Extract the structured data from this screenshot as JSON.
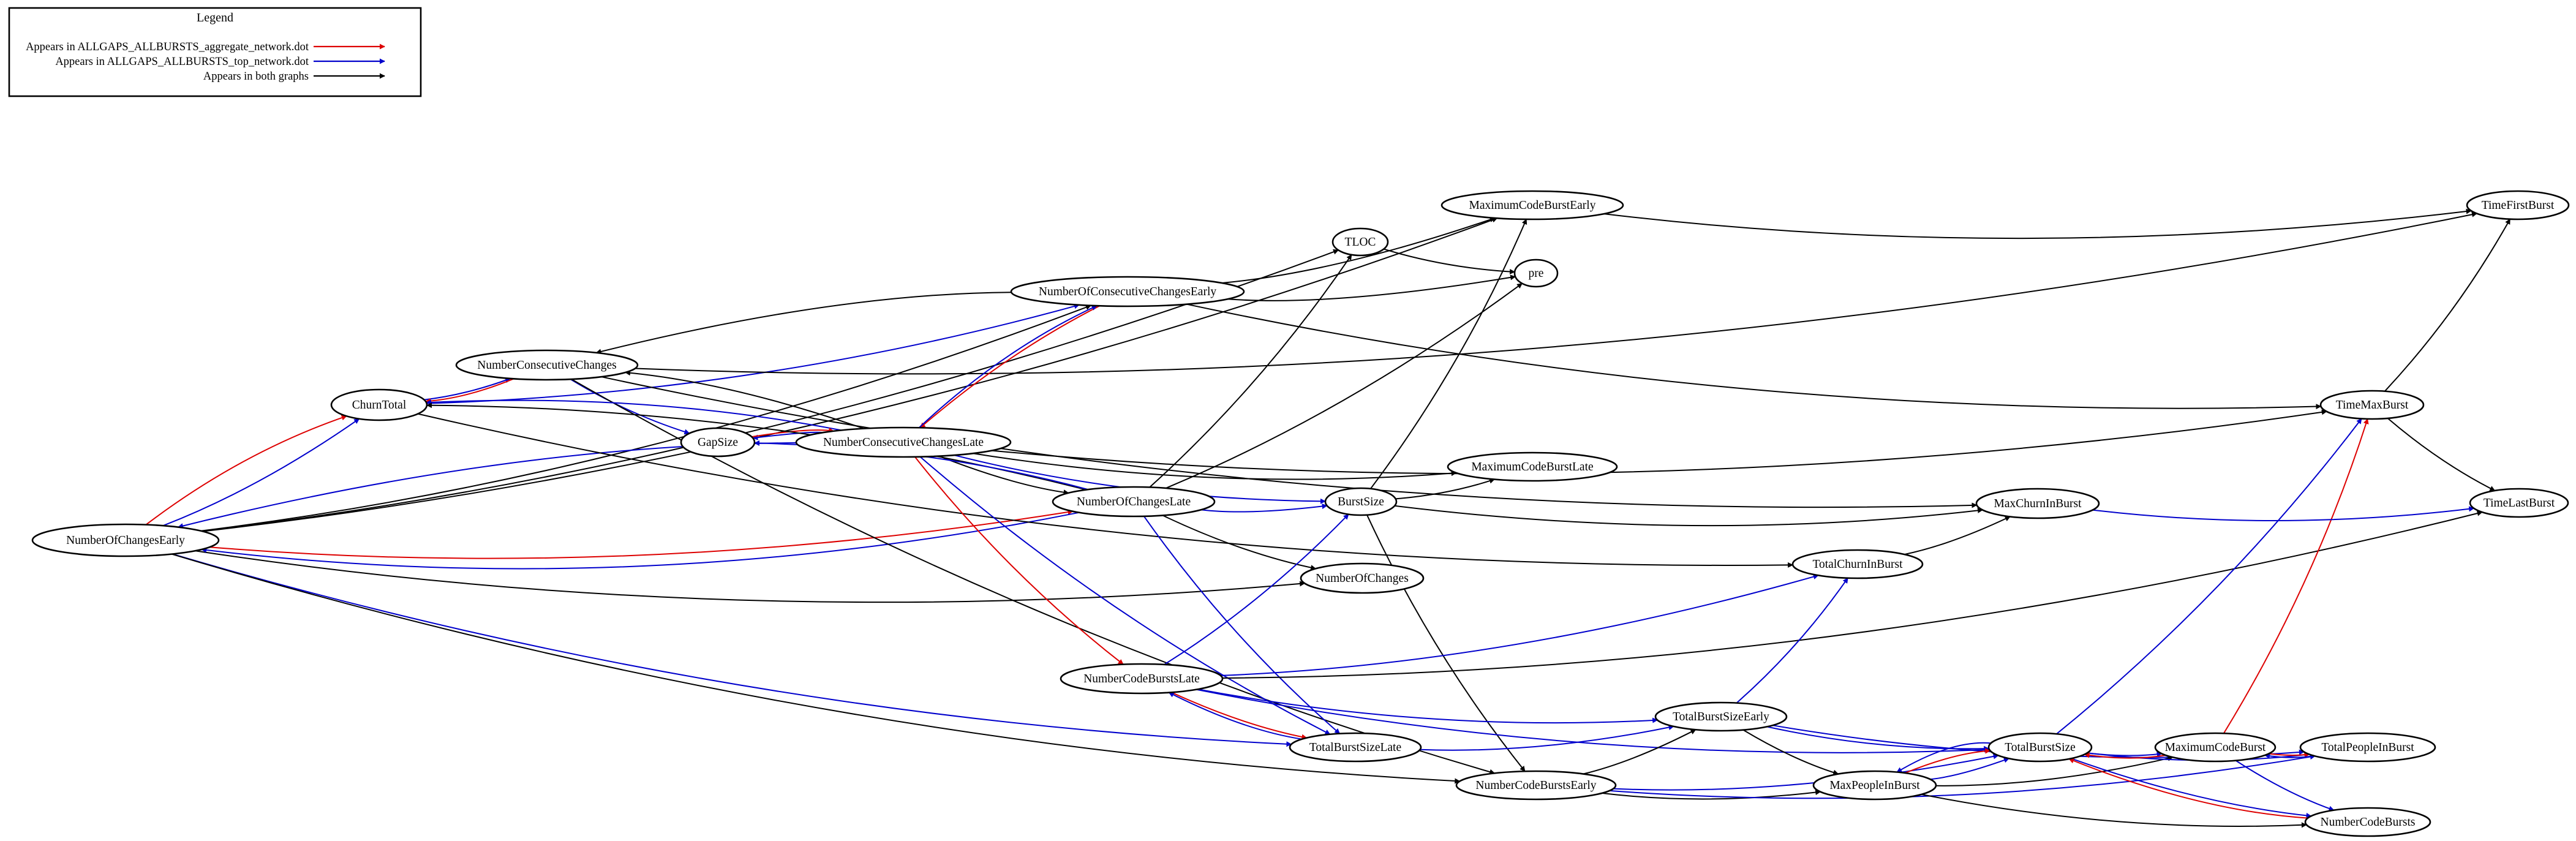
{
  "legend": {
    "title": "Legend",
    "entries": [
      {
        "label": "Appears in ALLGAPS_ALLBURSTS_aggregate_network.dot",
        "color": "#dd0000"
      },
      {
        "label": "Appears in ALLGAPS_ALLBURSTS_top_network.dot",
        "color": "#0000cc"
      },
      {
        "label": "Appears in both graphs",
        "color": "#000000"
      }
    ]
  },
  "colors": {
    "black": "#000000",
    "blue": "#0000cc",
    "red": "#dd0000"
  },
  "nodes": [
    {
      "id": "NumberOfChangesEarly",
      "label": "NumberOfChangesEarly"
    },
    {
      "id": "ChurnTotal",
      "label": "ChurnTotal"
    },
    {
      "id": "NumberConsecutiveChanges",
      "label": "NumberConsecutiveChanges"
    },
    {
      "id": "GapSize",
      "label": "GapSize"
    },
    {
      "id": "NumberConsecutiveChangesLate",
      "label": "NumberConsecutiveChangesLate"
    },
    {
      "id": "NumberOfConsecutiveChangesEarly",
      "label": "NumberOfConsecutiveChangesEarly"
    },
    {
      "id": "NumberOfChangesLate",
      "label": "NumberOfChangesLate"
    },
    {
      "id": "TLOC",
      "label": "TLOC"
    },
    {
      "id": "pre",
      "label": "pre"
    },
    {
      "id": "MaximumCodeBurstEarly",
      "label": "MaximumCodeBurstEarly"
    },
    {
      "id": "MaximumCodeBurstLate",
      "label": "MaximumCodeBurstLate"
    },
    {
      "id": "BurstSize",
      "label": "BurstSize"
    },
    {
      "id": "NumberOfChanges",
      "label": "NumberOfChanges"
    },
    {
      "id": "NumberCodeBurstsLate",
      "label": "NumberCodeBurstsLate"
    },
    {
      "id": "TotalBurstSizeLate",
      "label": "TotalBurstSizeLate"
    },
    {
      "id": "TotalBurstSizeEarly",
      "label": "TotalBurstSizeEarly"
    },
    {
      "id": "NumberCodeBurstsEarly",
      "label": "NumberCodeBurstsEarly"
    },
    {
      "id": "MaxPeopleInBurst",
      "label": "MaxPeopleInBurst"
    },
    {
      "id": "TotalBurstSize",
      "label": "TotalBurstSize"
    },
    {
      "id": "MaximumCodeBurst",
      "label": "MaximumCodeBurst"
    },
    {
      "id": "TotalPeopleInBurst",
      "label": "TotalPeopleInBurst"
    },
    {
      "id": "NumberCodeBursts",
      "label": "NumberCodeBursts"
    },
    {
      "id": "TotalChurnInBurst",
      "label": "TotalChurnInBurst"
    },
    {
      "id": "MaxChurnInBurst",
      "label": "MaxChurnInBurst"
    },
    {
      "id": "TimeMaxBurst",
      "label": "TimeMaxBurst"
    },
    {
      "id": "TimeFirstBurst",
      "label": "TimeFirstBurst"
    },
    {
      "id": "TimeLastBurst",
      "label": "TimeLastBurst"
    }
  ],
  "edges": [
    {
      "from": "NumberOfChangesEarly",
      "to": "MaximumCodeBurstEarly",
      "color": "black"
    },
    {
      "from": "NumberOfChangesEarly",
      "to": "TLOC",
      "color": "black"
    },
    {
      "from": "NumberOfChangesEarly",
      "to": "NumberOfConsecutiveChangesEarly",
      "color": "black"
    },
    {
      "from": "NumberOfChangesEarly",
      "to": "ChurnTotal",
      "color": "blue"
    },
    {
      "from": "NumberOfChangesEarly",
      "to": "ChurnTotal",
      "color": "red"
    },
    {
      "from": "NumberOfChangesEarly",
      "to": "NumberOfChangesLate",
      "color": "red"
    },
    {
      "from": "NumberOfChangesEarly",
      "to": "NumberOfChanges",
      "color": "black"
    },
    {
      "from": "NumberOfChangesEarly",
      "to": "TotalBurstSizeLate",
      "color": "blue"
    },
    {
      "from": "NumberOfChangesEarly",
      "to": "NumberCodeBurstsEarly",
      "color": "black"
    },
    {
      "from": "NumberOfChangesLate",
      "to": "NumberOfChangesEarly",
      "color": "blue"
    },
    {
      "from": "NumberConsecutiveChangesLate",
      "to": "NumberOfChangesEarly",
      "color": "blue"
    },
    {
      "from": "ChurnTotal",
      "to": "NumberOfConsecutiveChangesEarly",
      "color": "blue"
    },
    {
      "from": "ChurnTotal",
      "to": "NumberConsecutiveChanges",
      "color": "blue"
    },
    {
      "from": "ChurnTotal",
      "to": "TotalChurnInBurst",
      "color": "black"
    },
    {
      "from": "NumberConsecutiveChanges",
      "to": "ChurnTotal",
      "color": "red"
    },
    {
      "from": "NumberConsecutiveChanges",
      "to": "GapSize",
      "color": "blue"
    },
    {
      "from": "NumberConsecutiveChanges",
      "to": "NumberCodeBurstsEarly",
      "color": "black"
    },
    {
      "from": "NumberConsecutiveChanges",
      "to": "TimeFirstBurst",
      "color": "black"
    },
    {
      "from": "NumberConsecutiveChanges",
      "to": "MaxChurnInBurst",
      "color": "black"
    },
    {
      "from": "NumberOfConsecutiveChangesEarly",
      "to": "NumberConsecutiveChanges",
      "color": "black"
    },
    {
      "from": "NumberOfConsecutiveChangesEarly",
      "to": "MaximumCodeBurstEarly",
      "color": "black"
    },
    {
      "from": "NumberOfConsecutiveChangesEarly",
      "to": "pre",
      "color": "black"
    },
    {
      "from": "NumberOfConsecutiveChangesEarly",
      "to": "TimeMaxBurst",
      "color": "black"
    },
    {
      "from": "NumberOfConsecutiveChangesEarly",
      "to": "NumberConsecutiveChangesLate",
      "color": "red"
    },
    {
      "from": "NumberConsecutiveChangesLate",
      "to": "NumberOfConsecutiveChangesEarly",
      "color": "blue"
    },
    {
      "from": "NumberConsecutiveChangesLate",
      "to": "ChurnTotal",
      "color": "blue"
    },
    {
      "from": "NumberConsecutiveChangesLate",
      "to": "NumberConsecutiveChanges",
      "color": "black"
    },
    {
      "from": "NumberConsecutiveChangesLate",
      "to": "GapSize",
      "color": "blue"
    },
    {
      "from": "GapSize",
      "to": "NumberConsecutiveChangesLate",
      "color": "red"
    },
    {
      "from": "NumberConsecutiveChangesLate",
      "to": "NumberOfChangesLate",
      "color": "black"
    },
    {
      "from": "NumberConsecutiveChangesLate",
      "to": "BurstSize",
      "color": "blue"
    },
    {
      "from": "NumberConsecutiveChangesLate",
      "to": "MaximumCodeBurstLate",
      "color": "black"
    },
    {
      "from": "NumberConsecutiveChangesLate",
      "to": "NumberCodeBurstsLate",
      "color": "red"
    },
    {
      "from": "NumberConsecutiveChangesLate",
      "to": "TotalBurstSizeLate",
      "color": "blue"
    },
    {
      "from": "NumberConsecutiveChangesLate",
      "to": "TimeMaxBurst",
      "color": "black"
    },
    {
      "from": "NumberOfChangesLate",
      "to": "ChurnTotal",
      "color": "black"
    },
    {
      "from": "NumberOfChangesLate",
      "to": "GapSize",
      "color": "blue"
    },
    {
      "from": "NumberOfChangesLate",
      "to": "TLOC",
      "color": "black"
    },
    {
      "from": "NumberOfChangesLate",
      "to": "pre",
      "color": "black"
    },
    {
      "from": "NumberOfChangesLate",
      "to": "BurstSize",
      "color": "blue"
    },
    {
      "from": "NumberOfChangesLate",
      "to": "NumberOfChanges",
      "color": "black"
    },
    {
      "from": "NumberOfChangesLate",
      "to": "TotalBurstSizeLate",
      "color": "blue"
    },
    {
      "from": "TLOC",
      "to": "pre",
      "color": "black"
    },
    {
      "from": "MaximumCodeBurstEarly",
      "to": "TimeFirstBurst",
      "color": "black"
    },
    {
      "from": "BurstSize",
      "to": "MaximumCodeBurstEarly",
      "color": "black"
    },
    {
      "from": "BurstSize",
      "to": "MaximumCodeBurstLate",
      "color": "black"
    },
    {
      "from": "BurstSize",
      "to": "MaxChurnInBurst",
      "color": "black"
    },
    {
      "from": "BurstSize",
      "to": "NumberCodeBurstsEarly",
      "color": "black"
    },
    {
      "from": "NumberCodeBurstsLate",
      "to": "BurstSize",
      "color": "blue"
    },
    {
      "from": "NumberCodeBurstsLate",
      "to": "TotalChurnInBurst",
      "color": "blue"
    },
    {
      "from": "NumberCodeBurstsLate",
      "to": "TimeLastBurst",
      "color": "black"
    },
    {
      "from": "NumberCodeBurstsLate",
      "to": "TotalBurstSizeEarly",
      "color": "blue"
    },
    {
      "from": "NumberCodeBurstsLate",
      "to": "TotalBurstSize",
      "color": "blue"
    },
    {
      "from": "NumberCodeBurstsLate",
      "to": "TotalBurstSizeLate",
      "color": "red"
    },
    {
      "from": "TotalBurstSizeLate",
      "to": "NumberCodeBurstsLate",
      "color": "blue"
    },
    {
      "from": "TotalBurstSizeLate",
      "to": "TotalBurstSizeEarly",
      "color": "blue"
    },
    {
      "from": "TotalBurstSizeEarly",
      "to": "TotalChurnInBurst",
      "color": "blue"
    },
    {
      "from": "TotalBurstSizeEarly",
      "to": "TotalBurstSize",
      "color": "blue"
    },
    {
      "from": "TotalBurstSizeEarly",
      "to": "MaxPeopleInBurst",
      "color": "black"
    },
    {
      "from": "TotalBurstSizeEarly",
      "to": "TotalPeopleInBurst",
      "color": "blue"
    },
    {
      "from": "NumberCodeBurstsEarly",
      "to": "TotalBurstSizeEarly",
      "color": "black"
    },
    {
      "from": "NumberCodeBurstsEarly",
      "to": "MaxPeopleInBurst",
      "color": "black"
    },
    {
      "from": "NumberCodeBurstsEarly",
      "to": "TotalBurstSize",
      "color": "blue"
    },
    {
      "from": "NumberCodeBurstsEarly",
      "to": "TotalPeopleInBurst",
      "color": "blue"
    },
    {
      "from": "MaxPeopleInBurst",
      "to": "TotalBurstSize",
      "color": "blue"
    },
    {
      "from": "MaxPeopleInBurst",
      "to": "TotalBurstSize",
      "color": "red"
    },
    {
      "from": "TotalBurstSize",
      "to": "MaxPeopleInBurst",
      "color": "blue"
    },
    {
      "from": "MaxPeopleInBurst",
      "to": "MaximumCodeBurst",
      "color": "black"
    },
    {
      "from": "MaxPeopleInBurst",
      "to": "NumberCodeBursts",
      "color": "black"
    },
    {
      "from": "TotalBurstSize",
      "to": "MaximumCodeBurst",
      "color": "blue"
    },
    {
      "from": "TotalBurstSize",
      "to": "TotalPeopleInBurst",
      "color": "blue"
    },
    {
      "from": "TotalBurstSize",
      "to": "NumberCodeBursts",
      "color": "blue"
    },
    {
      "from": "TotalBurstSize",
      "to": "TimeMaxBurst",
      "color": "blue"
    },
    {
      "from": "MaximumCodeBurst",
      "to": "TotalBurstSize",
      "color": "red"
    },
    {
      "from": "MaximumCodeBurst",
      "to": "TotalPeopleInBurst",
      "color": "red"
    },
    {
      "from": "MaximumCodeBurst",
      "to": "TimeMaxBurst",
      "color": "red"
    },
    {
      "from": "MaximumCodeBurst",
      "to": "NumberCodeBursts",
      "color": "blue"
    },
    {
      "from": "TotalPeopleInBurst",
      "to": "MaximumCodeBurst",
      "color": "blue"
    },
    {
      "from": "NumberCodeBursts",
      "to": "TotalBurstSize",
      "color": "red"
    },
    {
      "from": "TotalChurnInBurst",
      "to": "MaxChurnInBurst",
      "color": "black"
    },
    {
      "from": "MaxChurnInBurst",
      "to": "TimeLastBurst",
      "color": "blue"
    },
    {
      "from": "TimeMaxBurst",
      "to": "TimeFirstBurst",
      "color": "black"
    },
    {
      "from": "TimeMaxBurst",
      "to": "TimeLastBurst",
      "color": "black"
    }
  ]
}
